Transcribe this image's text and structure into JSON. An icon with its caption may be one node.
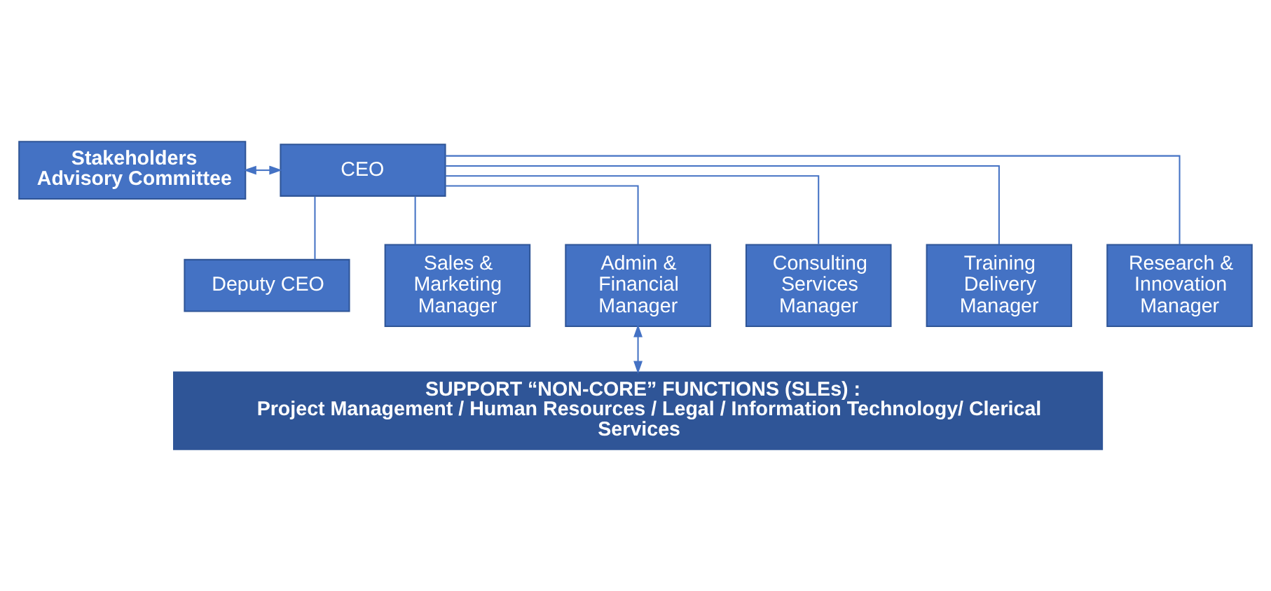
{
  "diagram": {
    "nodes": [
      {
        "text": [
          "Stakeholders Advisory Committee"
        ]
      },
      {
        "text": [
          "CEO"
        ]
      },
      {
        "text": [
          "Deputy CEO"
        ]
      },
      {
        "text": [
          "Sales & Marketing Manager"
        ]
      },
      {
        "text": [
          "Admin & Financial Manager"
        ]
      },
      {
        "text": [
          "Consulting Services Manager"
        ]
      },
      {
        "text": [
          "Training Delivery Manager"
        ]
      },
      {
        "text": [
          "Research & Innovation Manager"
        ]
      },
      {
        "text": [
          "SUPPORT “NON-CORE” FUNCTIONS (SLEs) :",
          "Project Management / Human Resources / Legal / Information Technology/ Clerical Services"
        ]
      }
    ],
    "edges": [
      {
        "from": 0,
        "to": 1,
        "arrow": "both"
      },
      {
        "from": 1,
        "to": 2,
        "arrow": "none"
      },
      {
        "from": 1,
        "to": 3,
        "arrow": "none"
      },
      {
        "from": 1,
        "to": 4,
        "arrow": "none"
      },
      {
        "from": 1,
        "to": 5,
        "arrow": "none"
      },
      {
        "from": 1,
        "to": 6,
        "arrow": "none"
      },
      {
        "from": 1,
        "to": 7,
        "arrow": "none"
      },
      {
        "from": 4,
        "to": 8,
        "arrow": "both"
      }
    ]
  }
}
